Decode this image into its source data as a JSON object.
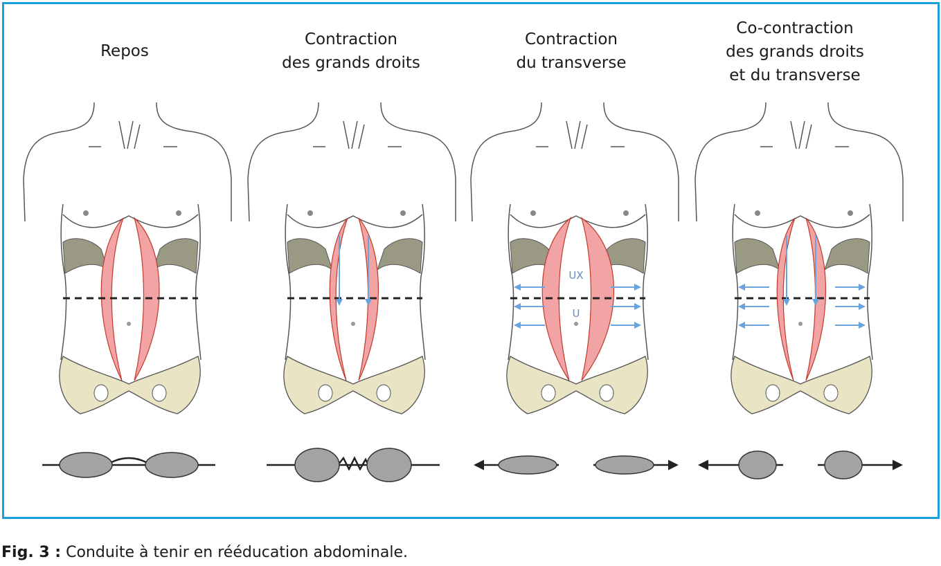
{
  "panels": [
    {
      "title": "Repos",
      "state": "rest"
    },
    {
      "title": "Contraction\ndes grands droits",
      "state": "rectus"
    },
    {
      "title": "Contraction\ndu transverse",
      "state": "transverse"
    },
    {
      "title": "Co-contraction\ndes grands droits\net du transverse",
      "state": "both"
    }
  ],
  "labels": {
    "ux": "UX",
    "u": "U"
  },
  "caption": {
    "label": "Fig. 3 :",
    "text": " Conduite à tenir en rééducation abdominale."
  },
  "colors": {
    "frame": "#1a9fdb",
    "muscle": "#f2a3a3",
    "muscle_stroke": "#c0392b",
    "bone": "#e8e4c4",
    "rib": "#8c8c76",
    "arrow": "#6aa4de",
    "section": "#a3a3a3"
  }
}
